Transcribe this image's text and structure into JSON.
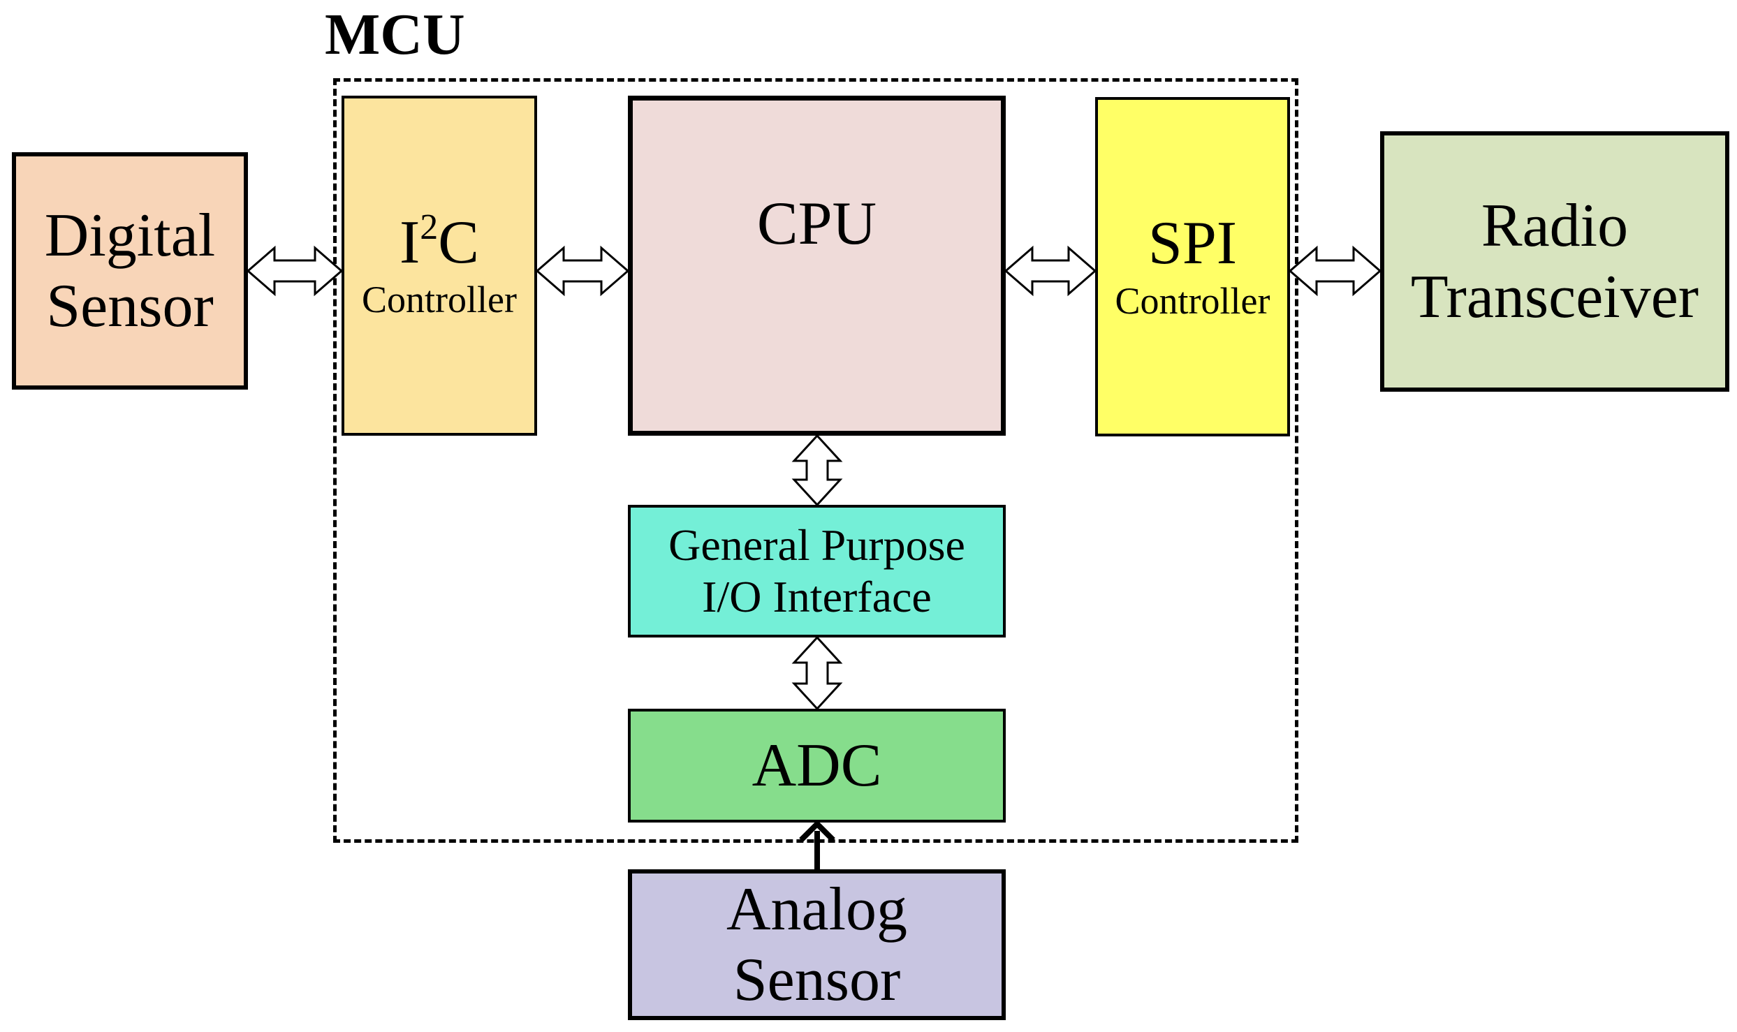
{
  "mcu": {
    "label": "MCU"
  },
  "blocks": {
    "digital_sensor": {
      "line1": "Digital",
      "line2": "Sensor",
      "color": "#f8d5b8"
    },
    "i2c_controller": {
      "title_base": "I",
      "title_sup": "2",
      "title_tail": "C",
      "subtitle": "Controller",
      "color": "#fce49e"
    },
    "cpu": {
      "label": "CPU",
      "color": "#efdbd9"
    },
    "spi_controller": {
      "title": "SPI",
      "subtitle": "Controller",
      "color": "#ffff66"
    },
    "radio_transceiver": {
      "line1": "Radio",
      "line2": "Transceiver",
      "color": "#d8e4bf"
    },
    "gpio_interface": {
      "line1": "General Purpose",
      "line2": "I/O Interface",
      "color": "#74efd7"
    },
    "adc": {
      "label": "ADC",
      "color": "#86dd8c"
    },
    "analog_sensor": {
      "line1": "Analog",
      "line2": "Sensor",
      "color": "#c8c5e1"
    }
  },
  "connections": [
    {
      "from": "digital_sensor",
      "to": "i2c_controller",
      "style": "bidirectional-hollow"
    },
    {
      "from": "i2c_controller",
      "to": "cpu",
      "style": "bidirectional-hollow"
    },
    {
      "from": "cpu",
      "to": "spi_controller",
      "style": "bidirectional-hollow"
    },
    {
      "from": "spi_controller",
      "to": "radio_transceiver",
      "style": "bidirectional-hollow"
    },
    {
      "from": "cpu",
      "to": "gpio_interface",
      "style": "bidirectional-hollow"
    },
    {
      "from": "gpio_interface",
      "to": "adc",
      "style": "bidirectional-hollow"
    },
    {
      "from": "analog_sensor",
      "to": "adc",
      "style": "unidirectional-solid"
    }
  ]
}
